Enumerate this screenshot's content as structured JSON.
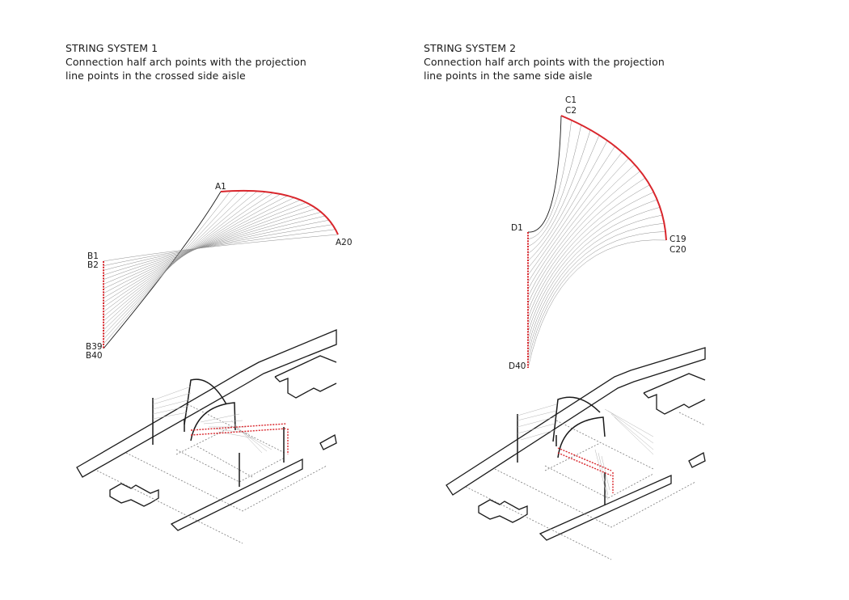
{
  "colors": {
    "accent": "#d9262c",
    "string": "#8f8f8f",
    "ink": "#1a1a1a"
  },
  "system1": {
    "title": "STRING SYSTEM 1",
    "desc1": "Connection half arch points with the projection",
    "desc2": "line points in the crossed side aisle",
    "labels": {
      "a1": "A1",
      "a20": "A20",
      "b1": "B1",
      "b2": "B2",
      "b39": "B39",
      "b40": "B40"
    }
  },
  "system2": {
    "title": "STRING SYSTEM 2",
    "desc1": "Connection half arch points with the projection",
    "desc2": "line points in the same side aisle",
    "labels": {
      "c1": "C1",
      "c2": "C2",
      "c19": "C19",
      "c20": "C20",
      "d1": "D1",
      "d40": "D40"
    }
  }
}
